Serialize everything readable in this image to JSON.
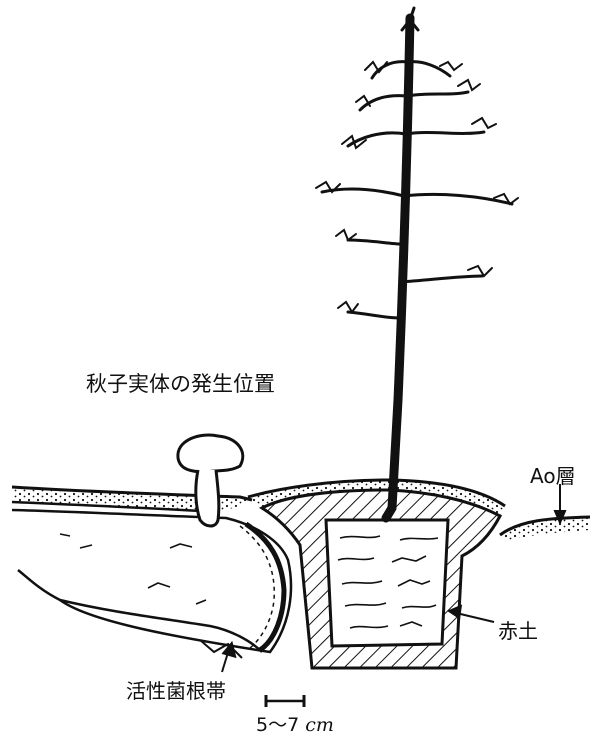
{
  "labels": {
    "autumn_fruiting_position": "秋子実体の発生位置",
    "ao_layer": "Ao層",
    "red_soil": "赤土",
    "active_mycorrhizal_zone": "活性菌根帯",
    "scale_value": "5〜7",
    "scale_unit": "cm"
  },
  "colors": {
    "ink": "#111111",
    "paper": "#ffffff"
  }
}
